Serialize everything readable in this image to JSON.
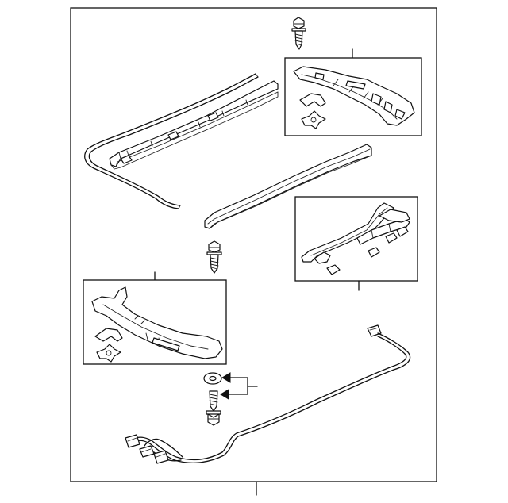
{
  "figure": {
    "kind": "exploded parts diagram",
    "colors": {
      "line": "#111111",
      "background": "#ffffff"
    },
    "parts": [
      "main-frame",
      "top-bolt",
      "front-right-bracket-assembly",
      "left-seal-rail",
      "right-guide-rail",
      "middle-bolt",
      "rear-left-bracket-assembly",
      "drive-cable-assembly",
      "washer",
      "lower-bolt",
      "wire-harness"
    ]
  }
}
